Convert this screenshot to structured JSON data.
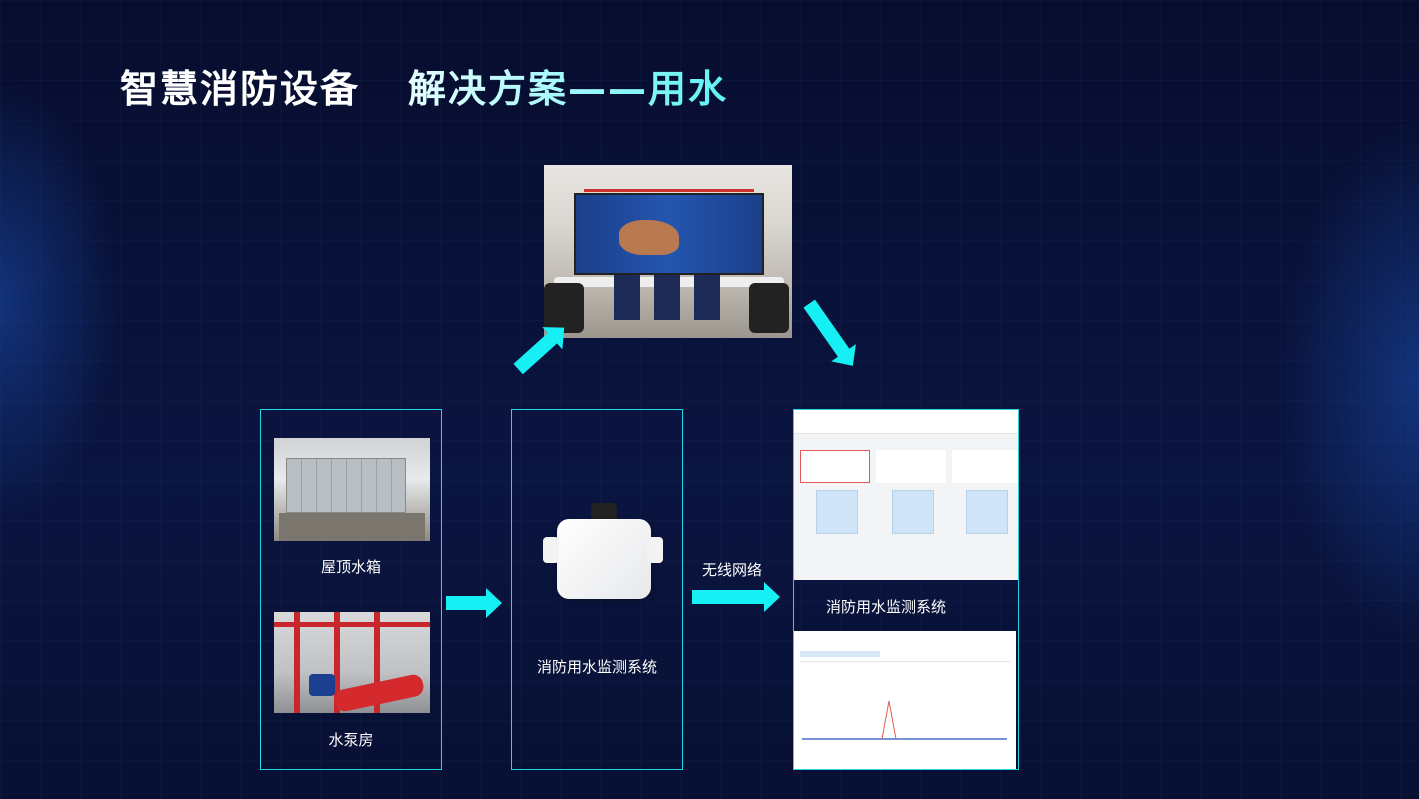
{
  "title": {
    "part1": "智慧消防设备",
    "part2": "解决方案——用水"
  },
  "left_box": {
    "items": [
      {
        "label": "屋顶水箱"
      },
      {
        "label": "水泵房"
      }
    ]
  },
  "middle_box": {
    "label": "消防用水监测系统"
  },
  "network_label": "无线网络",
  "right_box": {
    "label": "消防用水监测系统"
  },
  "colors": {
    "accent": "#16f0f4",
    "background": "#0a1033",
    "alarm": "#e65a5a"
  }
}
